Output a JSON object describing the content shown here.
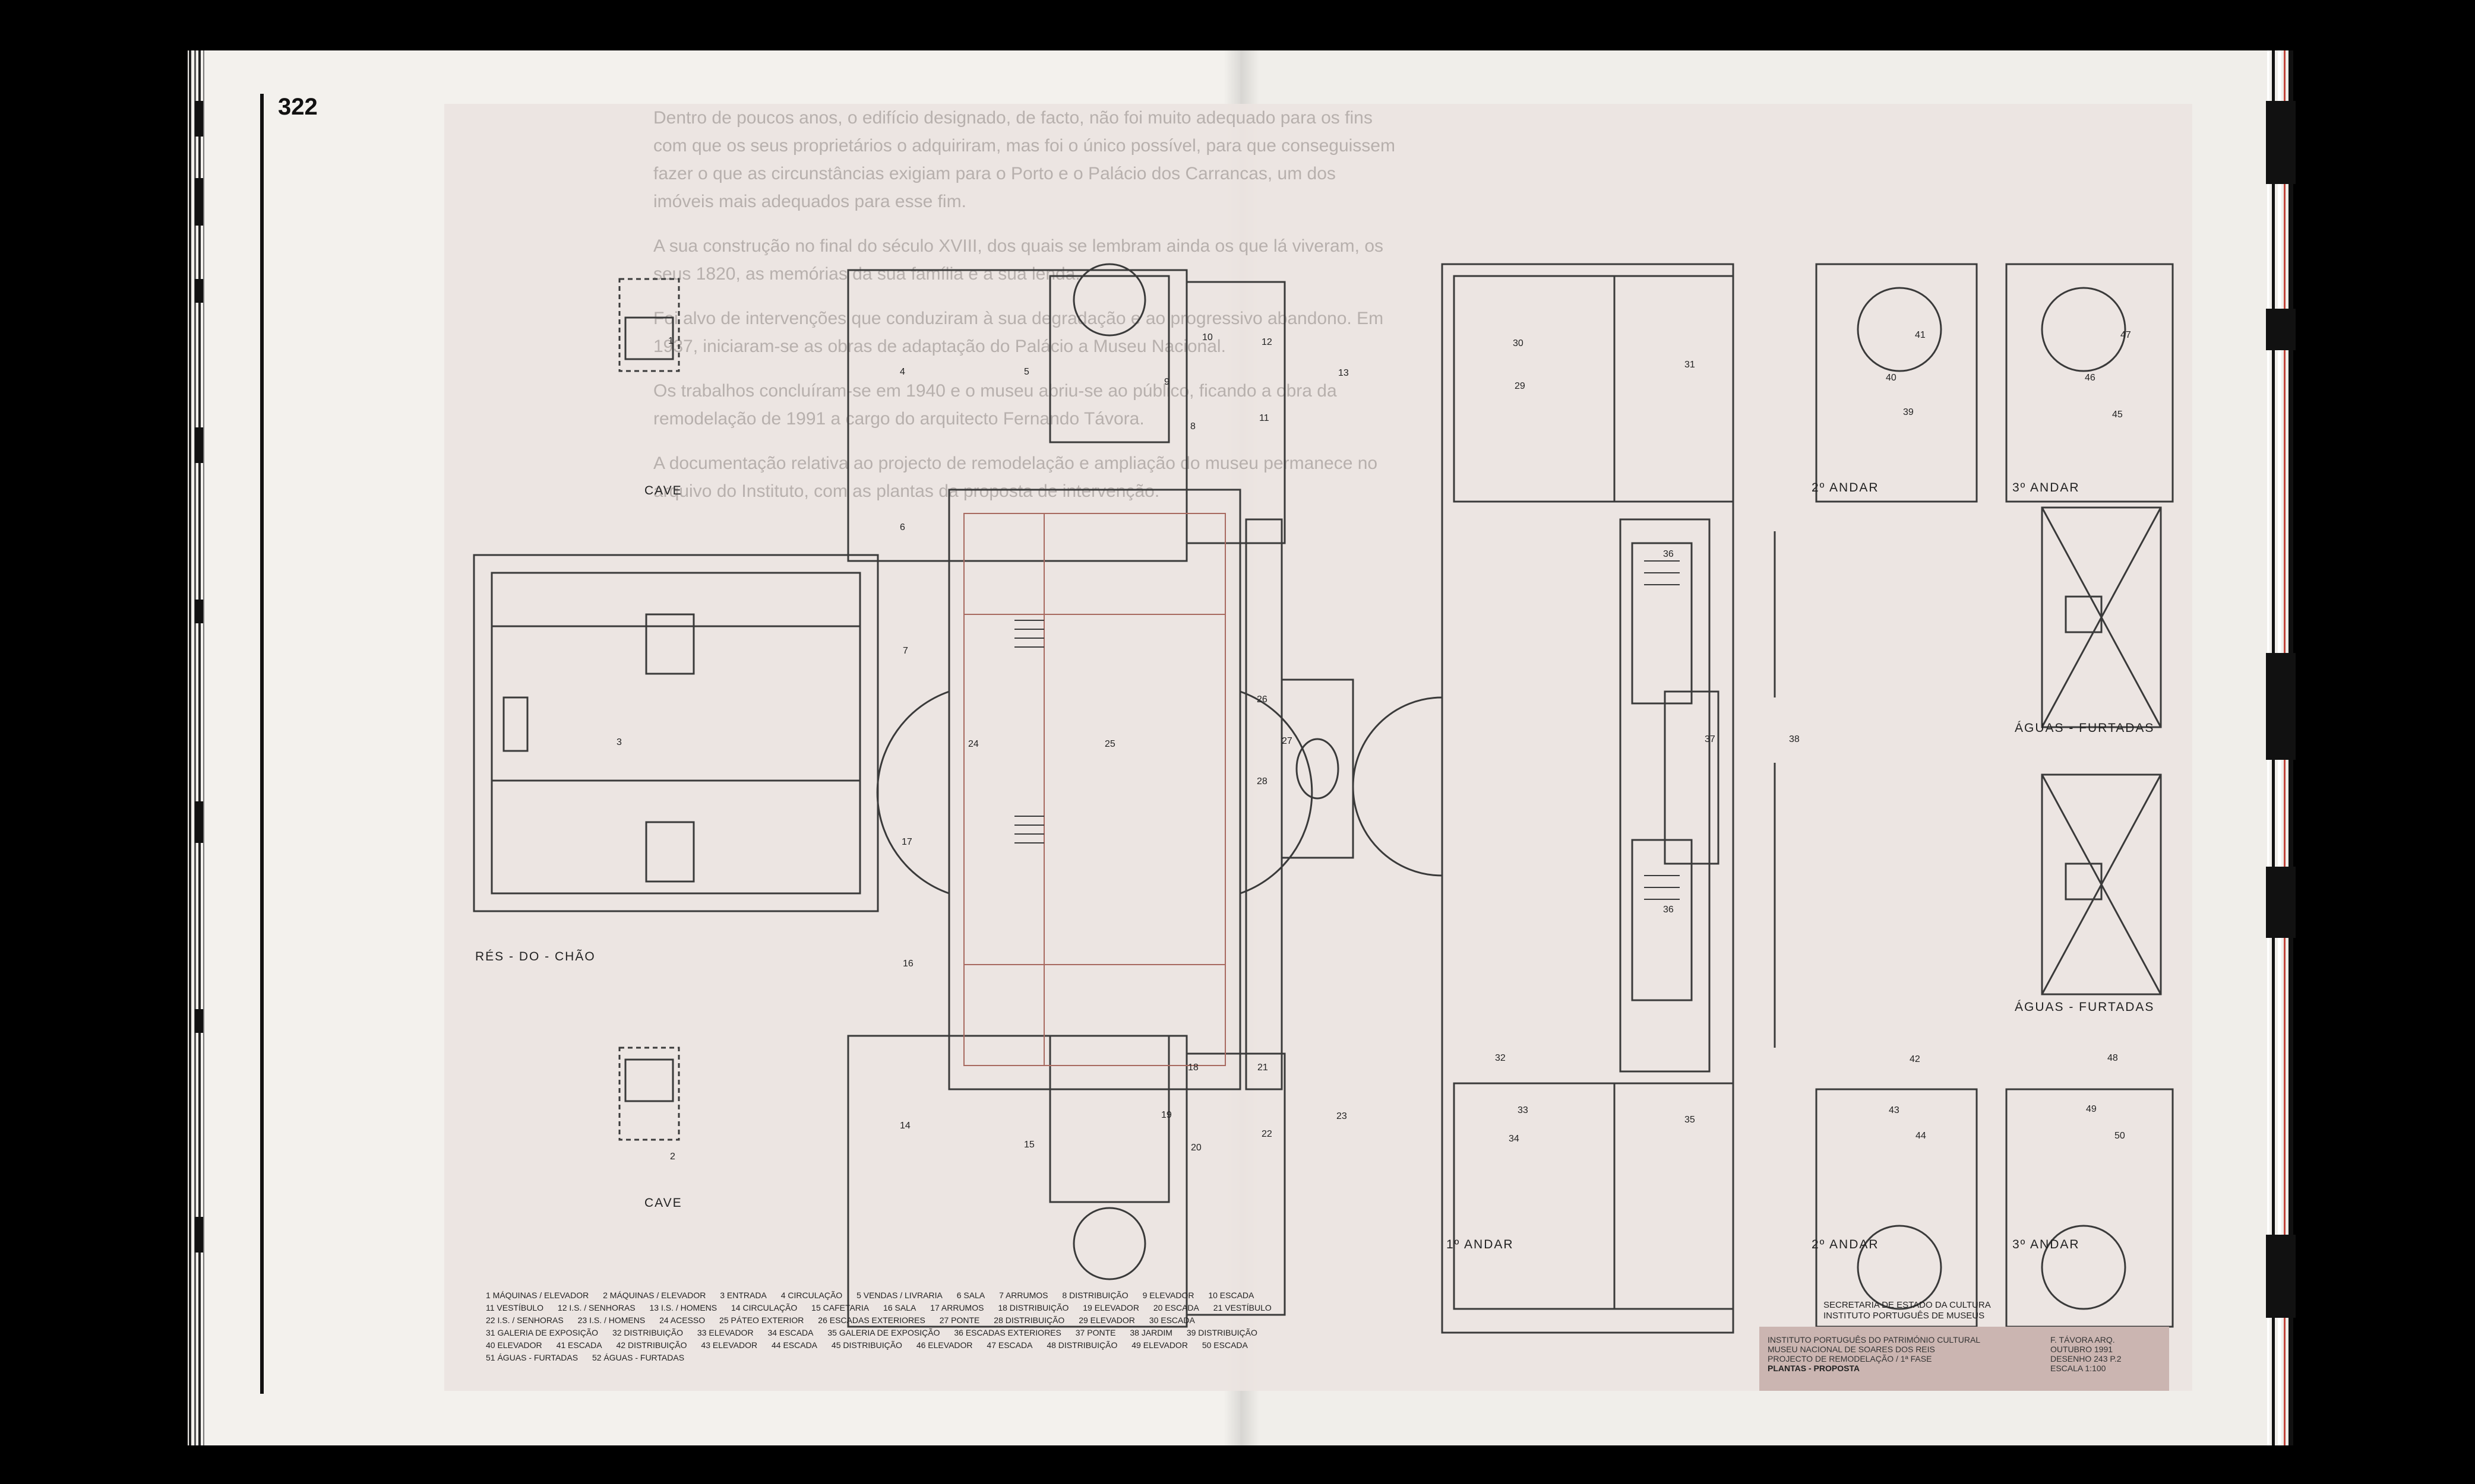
{
  "book": {
    "page_number": "322"
  },
  "plan": {
    "level_labels": {
      "cave_top": "CAVE",
      "ground": "RÉS - DO - CHÃO",
      "cave_bottom": "CAVE",
      "first_floor": "1º ANDAR",
      "second_floor_top": "2º ANDAR",
      "second_floor_bottom": "2º ANDAR",
      "third_floor_top": "3º ANDAR",
      "third_floor_bottom": "3º ANDAR",
      "aguas_top": "ÁGUAS - FURTADAS",
      "aguas_bottom": "ÁGUAS - FURTADAS"
    },
    "rooms": [
      "1",
      "2",
      "3",
      "4",
      "5",
      "6",
      "7",
      "8",
      "9",
      "10",
      "11",
      "12",
      "13",
      "14",
      "15",
      "16",
      "17",
      "18",
      "19",
      "20",
      "21",
      "22",
      "23",
      "24",
      "25",
      "26",
      "27",
      "28",
      "29",
      "30",
      "31",
      "32",
      "33",
      "34",
      "35",
      "36",
      "36",
      "37",
      "38",
      "39",
      "40",
      "41",
      "42",
      "43",
      "44",
      "45",
      "46",
      "47",
      "48",
      "49",
      "50"
    ],
    "legend": [
      "1 MÁQUINAS / ELEVADOR",
      "2 MÁQUINAS / ELEVADOR",
      "3 ENTRADA",
      "4 CIRCULAÇÃO",
      "5 VENDAS / LIVRARIA",
      "6 SALA",
      "7 ARRUMOS",
      "8 DISTRIBUIÇÃO",
      "9 ELEVADOR",
      "10 ESCADA",
      "11 VESTÍBULO",
      "12 I.S. / SENHORAS",
      "13 I.S. / HOMENS",
      "14 CIRCULAÇÃO",
      "15 CAFETARIA",
      "16 SALA",
      "17 ARRUMOS",
      "18 DISTRIBUIÇÃO",
      "19 ELEVADOR",
      "20 ESCADA",
      "21 VESTÍBULO",
      "22 I.S. / SENHORAS",
      "23 I.S. / HOMENS",
      "24 ACESSO",
      "25 PÁTEO EXTERIOR",
      "26 ESCADAS EXTERIORES",
      "27 PONTE",
      "28 DISTRIBUIÇÃO",
      "29 ELEVADOR",
      "30 ESCADA",
      "31 GALERIA DE EXPOSIÇÃO",
      "32 DISTRIBUIÇÃO",
      "33 ELEVADOR",
      "34 ESCADA",
      "35 GALERIA DE EXPOSIÇÃO",
      "36 ESCADAS EXTERIORES",
      "37 PONTE",
      "38 JARDIM",
      "39 DISTRIBUIÇÃO",
      "40 ELEVADOR",
      "41 ESCADA",
      "42 DISTRIBUIÇÃO",
      "43 ELEVADOR",
      "44 ESCADA",
      "45 DISTRIBUIÇÃO",
      "46 ELEVADOR",
      "47 ESCADA",
      "48 DISTRIBUIÇÃO",
      "49 ELEVADOR",
      "50 ESCADA",
      "51 ÁGUAS - FURTADAS",
      "52 ÁGUAS - FURTADAS"
    ],
    "secretariat": [
      "SECRETARIA DE ESTADO DA CULTURA",
      "INSTITUTO PORTUGUÊS DE MUSEUS"
    ],
    "title_block": {
      "lines": [
        "INSTITUTO PORTUGUÊS DO PATRIMÓNIO CULTURAL",
        "MUSEU NACIONAL DE SOARES DOS REIS",
        "PROJECTO DE REMODELAÇÃO / 1ª FASE"
      ],
      "title": "PLANTAS - PROPOSTA",
      "meta": [
        "F. TÁVORA ARQ.",
        "OUTUBRO 1991",
        "DESENHO 243 P.2",
        "ESCALA 1:100"
      ]
    }
  },
  "ghost_text": [
    "Dentro de poucos anos, o edifício designado, de facto, não foi muito adequado para os fins com que os seus proprietários o adquiriram, mas foi o único possível, para que conseguissem fazer o que as circunstâncias exigiam para o Porto e o Palácio dos Carrancas, um dos imóveis mais adequados para esse fim.",
    "A sua construção no final do século XVIII, dos quais se lembram ainda os que lá viveram, os seus 1820, as memórias da sua família e a sua lenda.",
    "Foi alvo de intervenções que conduziram à sua degradação e ao progressivo abandono. Em 1937, iniciaram-se as obras de adaptação do Palácio a Museu Nacional.",
    "Os trabalhos concluíram-se em 1940 e o museu abriu-se ao público, ficando a obra da remodelação de 1991 a cargo do arquitecto Fernando Távora.",
    "A documentação relativa ao projecto de remodelação e ampliação do museu permanece no arquivo do Instituto, com as plantas da proposta de intervenção."
  ]
}
